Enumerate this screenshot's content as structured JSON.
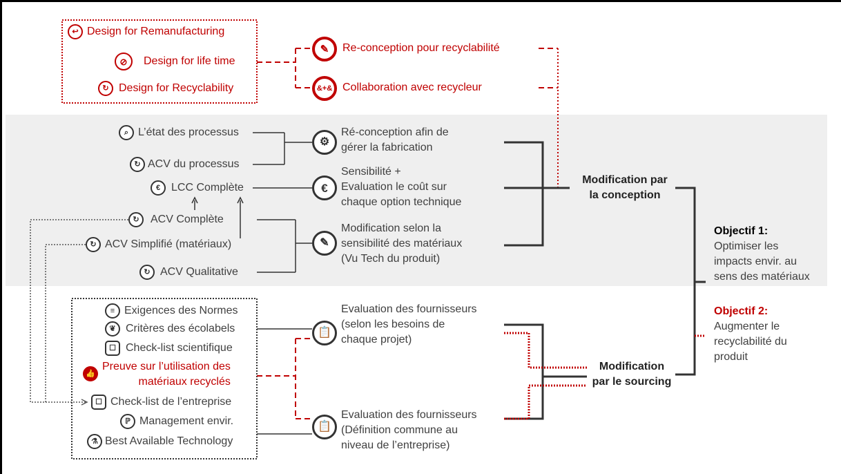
{
  "red_items": [
    {
      "label": "Design for Remanufacturing",
      "icon": "return-arrow-icon"
    },
    {
      "label": "Design for life time",
      "icon": "no-waste-bin-icon"
    },
    {
      "label": "Design for Recyclability",
      "icon": "recycle-icon"
    }
  ],
  "red_actions": [
    {
      "label": "Re-conception pour recyclabilité",
      "icon": "pencil-icon"
    },
    {
      "label": "Collaboration avec recycleur",
      "icon": "people-collaboration-icon"
    }
  ],
  "conception_items": [
    {
      "label": "L’état des processus",
      "icon": "magnifier-icon"
    },
    {
      "label": "ACV du processus",
      "icon": "cycle-icon"
    },
    {
      "label": "LCC Complète",
      "icon": "euro-icon"
    },
    {
      "label": "ACV Complète",
      "icon": "cycle-icon"
    },
    {
      "label": "ACV Simplifié (matériaux)",
      "icon": "cycle-icon"
    },
    {
      "label": "ACV Qualitative",
      "icon": "cycle-icon"
    }
  ],
  "conception_actions": [
    {
      "label": "Ré-conception afin de\ngérer la fabrication",
      "icon": "gears-icon"
    },
    {
      "label": "Sensibilité  +\nEvaluation le coût sur\nchaque option technique",
      "icon": "euro-icon"
    },
    {
      "label": "Modification selon la\nsensibilité des matériaux\n(Vu Tech du produit)",
      "icon": "pencil-icon"
    }
  ],
  "sourcing_items": [
    {
      "label": "Exigences des Normes",
      "icon": "document-lines-icon",
      "red": false
    },
    {
      "label": "Critères des écolabels",
      "icon": "ecolabel-icon",
      "red": false
    },
    {
      "label": "Check-list scientifique",
      "icon": "checklist-icon",
      "red": false
    },
    {
      "label": "Preuve sur l’utilisation des\nmatériaux recyclés",
      "icon": "thumbs-up-icon",
      "red": true
    },
    {
      "label": "Check-list de l’entreprise",
      "icon": "checklist-icon",
      "red": false
    },
    {
      "label": "Management envir.",
      "icon": "management-icon",
      "red": false
    },
    {
      "label": "Best Available Technology",
      "icon": "flask-icon",
      "red": false
    }
  ],
  "sourcing_actions": [
    {
      "label": "Evaluation des fournisseurs\n(selon les besoins de\nchaque projet)",
      "icon": "clipboard-icon"
    },
    {
      "label": "Evaluation des fournisseurs\n(Définition commune au\nniveau de l’entreprise)",
      "icon": "clipboard-icon"
    }
  ],
  "hubs": {
    "conception": "Modification par\nla conception",
    "sourcing": "Modification\npar le sourcing"
  },
  "objectives": [
    {
      "title": "Objectif 1:",
      "text": "Optimiser les\nimpacts envir. au\nsens des matériaux",
      "title_color": "#000000"
    },
    {
      "title": "Objectif 2:",
      "text": "Augmenter le\nrecyclabilité du\nproduit",
      "title_color": "#c00000"
    }
  ],
  "colors": {
    "accent": "#c00000",
    "text": "#404040",
    "band": "#efefef"
  }
}
